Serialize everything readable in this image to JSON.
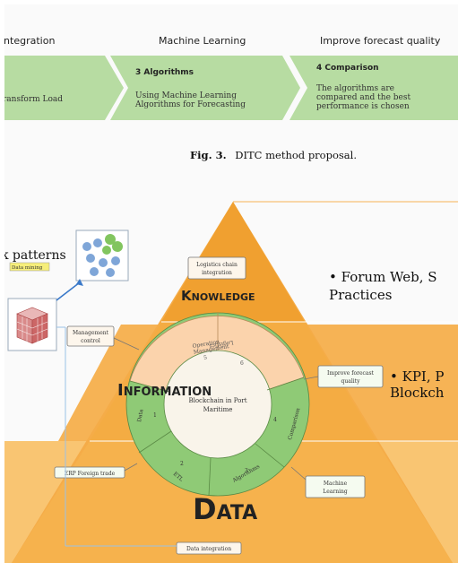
{
  "process": {
    "headers": [
      "integration",
      "Machine Learning",
      "Improve forecast quality"
    ],
    "steps": [
      {
        "title": "",
        "text": [
          "ransform Load"
        ]
      },
      {
        "title": "3 Algorithms",
        "text": [
          "Using Machine Learning",
          "Algorithms for Forecasting"
        ]
      },
      {
        "title": "4 Comparison",
        "text": [
          "The algorithms are",
          "compared and the best",
          "performance is chosen"
        ]
      }
    ]
  },
  "caption": {
    "label": "Fig. 3.",
    "text": "DITC method proposal."
  },
  "pyramid": {
    "levels": {
      "knowledge": "Knowledge",
      "information": "Information",
      "data": "Data"
    },
    "center": [
      "Blockchain in Port",
      "Maritime"
    ],
    "ring": {
      "top": [
        "Logistics chain",
        "integration"
      ],
      "data": [
        "1",
        "Data"
      ],
      "etl": [
        "2",
        "ETL"
      ],
      "algorithms": [
        "3",
        "Algorithms"
      ],
      "comparison": [
        "4",
        "Comparison"
      ],
      "management": [
        "5",
        "Operation",
        "Management"
      ],
      "logistics": [
        "6",
        "Logistics"
      ]
    },
    "callouts": {
      "logistics": [
        "Logistics chain",
        "integration"
      ],
      "management": [
        "Management",
        "control"
      ],
      "improve": [
        "Improve forecast",
        "quality"
      ],
      "erp": "ERP Foreign trade",
      "ml": [
        "Machine",
        "Learning"
      ],
      "data_integration": "Data integration"
    },
    "side": {
      "patterns": "k patterns",
      "data_mining": "Data mining",
      "knowledge_text": [
        "• Forum Web, S",
        "Practices"
      ],
      "information_text": [
        "• KPI, P",
        "Blockch"
      ]
    }
  },
  "colors": {
    "arrow_green": "#b7dca2",
    "pyramid_dark": "#f2a33a",
    "pyramid_mid": "#f6b355",
    "pyramid_light": "#f9c572",
    "ring_green": "#8fca76",
    "ring_peach": "#fbd3ac"
  }
}
